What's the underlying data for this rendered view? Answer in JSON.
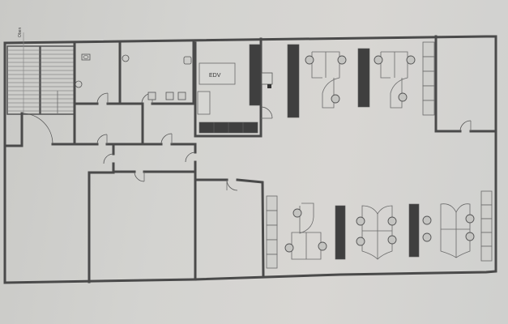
{
  "document": {
    "type": "office floor plan (photographed printout)",
    "colors": {
      "paper": "#d3d3d0",
      "walls": "#4a4a4a",
      "furniture_dark": "#3f3f3f"
    }
  },
  "labels": {
    "server_room": "EDV",
    "stair_direction": "Oben"
  },
  "rooms": [
    {
      "id": "stairwell",
      "name": "Stairwell",
      "stair_flights": 2
    },
    {
      "id": "wc-1",
      "name": "WC (single toilet, sink)"
    },
    {
      "id": "wc-2",
      "name": "WC (toilet, sink, 3 urinals)"
    },
    {
      "id": "corridor-small-1",
      "name": "Small room"
    },
    {
      "id": "corridor-small-2",
      "name": "Small room"
    },
    {
      "id": "edv",
      "name": "EDV / server room"
    },
    {
      "id": "open-office-north",
      "name": "Open-plan office (north)",
      "workstation_groups": 2,
      "desks": 6
    },
    {
      "id": "office-ne",
      "name": "Office (north-east)"
    },
    {
      "id": "room-west",
      "name": "Large room (west)"
    },
    {
      "id": "room-center-1",
      "name": "Room (center-left)"
    },
    {
      "id": "room-center-2",
      "name": "Room (center)"
    },
    {
      "id": "open-office-south",
      "name": "Open-plan office (south)",
      "workstation_groups": 3,
      "desks": 11
    }
  ]
}
